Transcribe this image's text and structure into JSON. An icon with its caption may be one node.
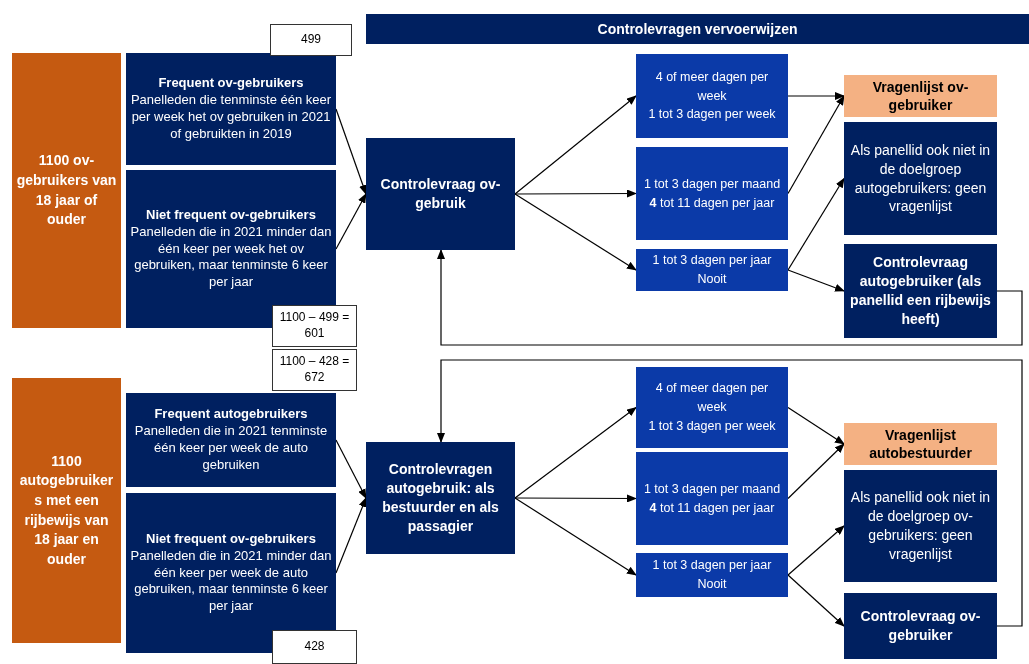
{
  "diagram": {
    "nodes": [
      {
        "text": [
          "Controlevragen vervoerwijzen"
        ]
      },
      {
        "text": [
          "1100 ov-gebruikers van 18 jaar of ouder"
        ]
      },
      {
        "text": [
          "Frequent ov-gebruikers",
          "Panelleden die tenminste één keer per week het ov gebruiken in 2021 of gebruikten in 2019"
        ]
      },
      {
        "text": [
          "Niet frequent ov-gebruikers",
          "Panelleden die in 2021 minder dan één keer per week het ov gebruiken, maar tenminste 6 keer per jaar"
        ]
      },
      {
        "text": [
          "499"
        ]
      },
      {
        "text": [
          "1100 – 499 = 601"
        ]
      },
      {
        "text": [
          "1100 – 428 = 672"
        ]
      },
      {
        "text": [
          "Controlevraag ov-gebruik"
        ]
      },
      {
        "text": [
          "4 of meer dagen per week",
          "1 tot 3 dagen per week"
        ]
      },
      {
        "text": [
          "1 tot 3 dagen per maand",
          "**4** tot 11 dagen per jaar"
        ]
      },
      {
        "text": [
          "1 tot 3 dagen per jaar",
          "Nooit"
        ]
      },
      {
        "text": [
          "Vragenlijst ov-gebruiker"
        ]
      },
      {
        "text": [
          "Als panellid ook niet in de doelgroep autogebruikers: geen vragenlijst"
        ]
      },
      {
        "text": [
          "Controlevraag autogebruiker (als panellid een rijbewijs heeft)"
        ]
      },
      {
        "text": [
          "1100 autogebruikers met een rijbewijs van 18 jaar en ouder"
        ]
      },
      {
        "text": [
          "Frequent autogebruikers",
          "Panelleden die in 2021 tenminste één keer per week de auto gebruiken"
        ]
      },
      {
        "text": [
          "Niet frequent ov-gebruikers",
          "Panelleden die in 2021 minder dan één keer per week de auto gebruiken, maar tenminste 6 keer per jaar"
        ]
      },
      {
        "text": [
          "428"
        ]
      },
      {
        "text": [
          "Controlevragen autogebruik: als bestuurder en als passagier"
        ]
      },
      {
        "text": [
          "4 of meer dagen per week",
          "1 tot 3 dagen per week"
        ]
      },
      {
        "text": [
          "1 tot 3 dagen per maand",
          "**4** tot 11 dagen per jaar"
        ]
      },
      {
        "text": [
          "1 tot 3 dagen per jaar",
          "Nooit"
        ]
      },
      {
        "text": [
          "Vragenlijst autobestuurder"
        ]
      },
      {
        "text": [
          "Als panellid ook niet in de doelgroep ov-gebruikers: geen vragenlijst"
        ]
      },
      {
        "text": [
          "Controlevraag ov-gebruiker"
        ]
      }
    ],
    "edges": [
      {
        "from": 2,
        "to": 7,
        "arrow": "to"
      },
      {
        "from": 3,
        "to": 7,
        "arrow": "to"
      },
      {
        "from": 7,
        "to": 8,
        "arrow": "to"
      },
      {
        "from": 7,
        "to": 9,
        "arrow": "to"
      },
      {
        "from": 7,
        "to": 10,
        "arrow": "to"
      },
      {
        "from": 8,
        "to": 11,
        "arrow": "to"
      },
      {
        "from": 9,
        "to": 11,
        "arrow": "to"
      },
      {
        "from": 10,
        "to": 12,
        "arrow": "to"
      },
      {
        "from": 10,
        "to": 13,
        "arrow": "to"
      },
      {
        "from": 13,
        "to": 7,
        "arrow": "to"
      },
      {
        "from": 15,
        "to": 18,
        "arrow": "to"
      },
      {
        "from": 16,
        "to": 18,
        "arrow": "to"
      },
      {
        "from": 18,
        "to": 19,
        "arrow": "to"
      },
      {
        "from": 18,
        "to": 20,
        "arrow": "to"
      },
      {
        "from": 18,
        "to": 21,
        "arrow": "to"
      },
      {
        "from": 19,
        "to": 22,
        "arrow": "to"
      },
      {
        "from": 20,
        "to": 22,
        "arrow": "to"
      },
      {
        "from": 21,
        "to": 23,
        "arrow": "to"
      },
      {
        "from": 21,
        "to": 24,
        "arrow": "to"
      },
      {
        "from": 24,
        "to": 18,
        "arrow": "to"
      }
    ]
  }
}
